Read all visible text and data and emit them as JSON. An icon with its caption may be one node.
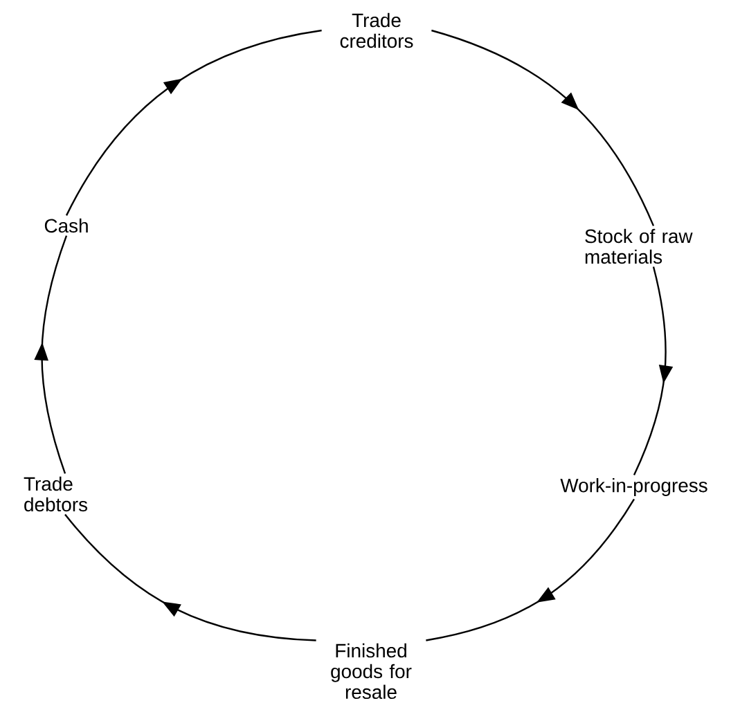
{
  "diagram": {
    "nodes": [
      {
        "text": [
          "Trade creditors"
        ]
      },
      {
        "text": [
          "Stock of raw materials"
        ]
      },
      {
        "text": [
          "Work-in-progress"
        ]
      },
      {
        "text": [
          "Finished goods for resale"
        ]
      },
      {
        "text": [
          "Trade debtors"
        ]
      },
      {
        "text": [
          "Cash"
        ]
      }
    ],
    "edges": [
      {
        "from": 0,
        "to": 1,
        "arrow": "to"
      },
      {
        "from": 1,
        "to": 2,
        "arrow": "to"
      },
      {
        "from": 2,
        "to": 3,
        "arrow": "to"
      },
      {
        "from": 3,
        "to": 4,
        "arrow": "to"
      },
      {
        "from": 4,
        "to": 5,
        "arrow": "to"
      },
      {
        "from": 5,
        "to": 0,
        "arrow": "to"
      }
    ]
  }
}
